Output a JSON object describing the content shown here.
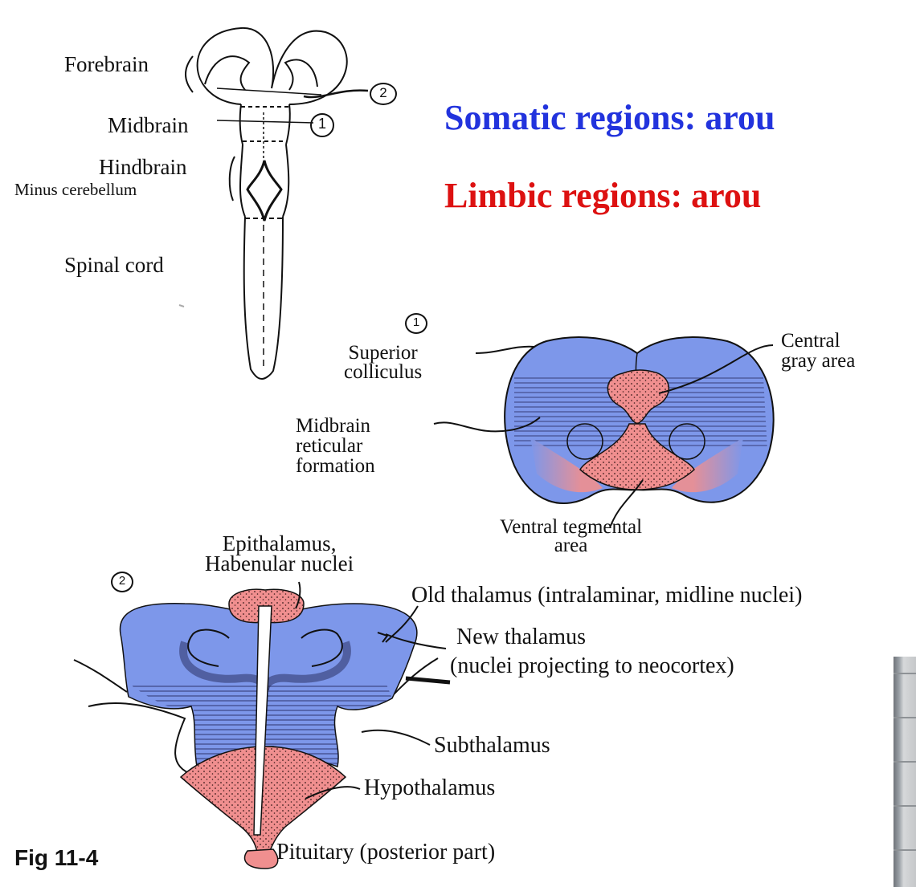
{
  "headings": {
    "somatic": "Somatic regions: arou",
    "limbic": "Limbic regions: arou"
  },
  "colors": {
    "somatic": "#2233dd",
    "limbic": "#dd1111",
    "somatic_fill": "#7d97ea",
    "limbic_fill": "#f08f8f"
  },
  "brain_axis": {
    "forebrain": "Forebrain",
    "midbrain": "Midbrain",
    "hindbrain": "Hindbrain",
    "minus_cerebellum": "Minus cerebellum",
    "spinal_cord": "Spinal cord",
    "section_1": "1",
    "section_2": "2"
  },
  "midbrain_section": {
    "number": "1",
    "superior_colliculus": "Superior\ncolliculus",
    "central_gray": "Central\ngray area",
    "reticular": "Midbrain\nreticular\nformation",
    "vta": "Ventral tegmental\narea"
  },
  "forebrain_section": {
    "number": "2",
    "epithalamus": "Epithalamus,\nHabenular nuclei",
    "old_thalamus": "Old thalamus (intralaminar, midline nuclei)",
    "new_thalamus": "New thalamus",
    "new_thalamus_note": "(nuclei projecting to neocortex)",
    "subthalamus": "Subthalamus",
    "hypothalamus": "Hypothalamus",
    "pituitary": "Pituitary (posterior part)"
  },
  "caption": "Fig 11-4"
}
